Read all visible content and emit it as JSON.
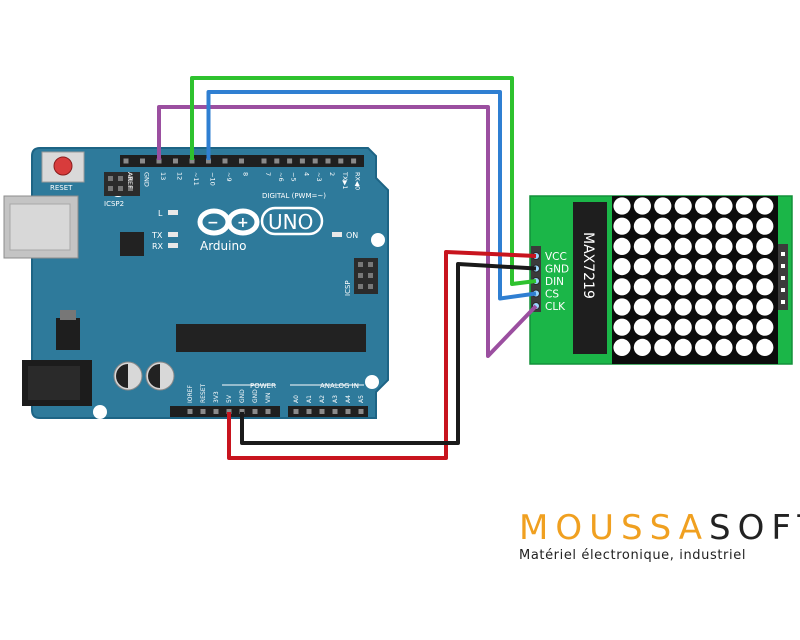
{
  "arduino": {
    "brand": "Arduino",
    "model": "UNO",
    "reset_label": "RESET",
    "icsp2_label": "ICSP2",
    "icsp_label": "ICSP",
    "on_label": "ON",
    "l_label": "L",
    "tx_label": "TX",
    "rx_label": "RX",
    "aref_label": "AREF",
    "gnd_label": "GND",
    "digital_label": "DIGITAL (PWM=~)",
    "digital_pins": [
      "13",
      "12",
      "~11",
      "~10",
      "~9",
      "8",
      "7",
      "~6",
      "~5",
      "4",
      "~3",
      "2",
      "TX▶1",
      "RX◀0"
    ],
    "power_label": "POWER",
    "power_pins": [
      "IOREF",
      "RESET",
      "3V3",
      "5V",
      "GND",
      "GND",
      "VIN"
    ],
    "analog_label": "ANALOG IN",
    "analog_pins": [
      "A0",
      "A1",
      "A2",
      "A3",
      "A4",
      "A5"
    ]
  },
  "module": {
    "chip_label": "MAX7219",
    "pins": [
      "VCC",
      "GND",
      "DIN",
      "CS",
      "CLK"
    ],
    "matrix_rows": 8,
    "matrix_cols": 8
  },
  "wires": [
    {
      "from": "13",
      "to": "CLK",
      "color": "#9b4fa0"
    },
    {
      "from": "~11",
      "to": "DIN",
      "color": "#2ec22e"
    },
    {
      "from": "~10",
      "to": "CS",
      "color": "#2f7fd2"
    },
    {
      "from": "5V",
      "to": "VCC",
      "color": "#c8141e"
    },
    {
      "from": "GND",
      "to": "GND",
      "color": "#1a1a1a"
    }
  ],
  "colors": {
    "board": "#2e7a9b",
    "board_edge": "#1d6485",
    "module": "#1bb648"
  },
  "logo": {
    "part1": "MOUSSA",
    "part2": "SOFT",
    "tagline": "Matériel électronique, industriel"
  }
}
